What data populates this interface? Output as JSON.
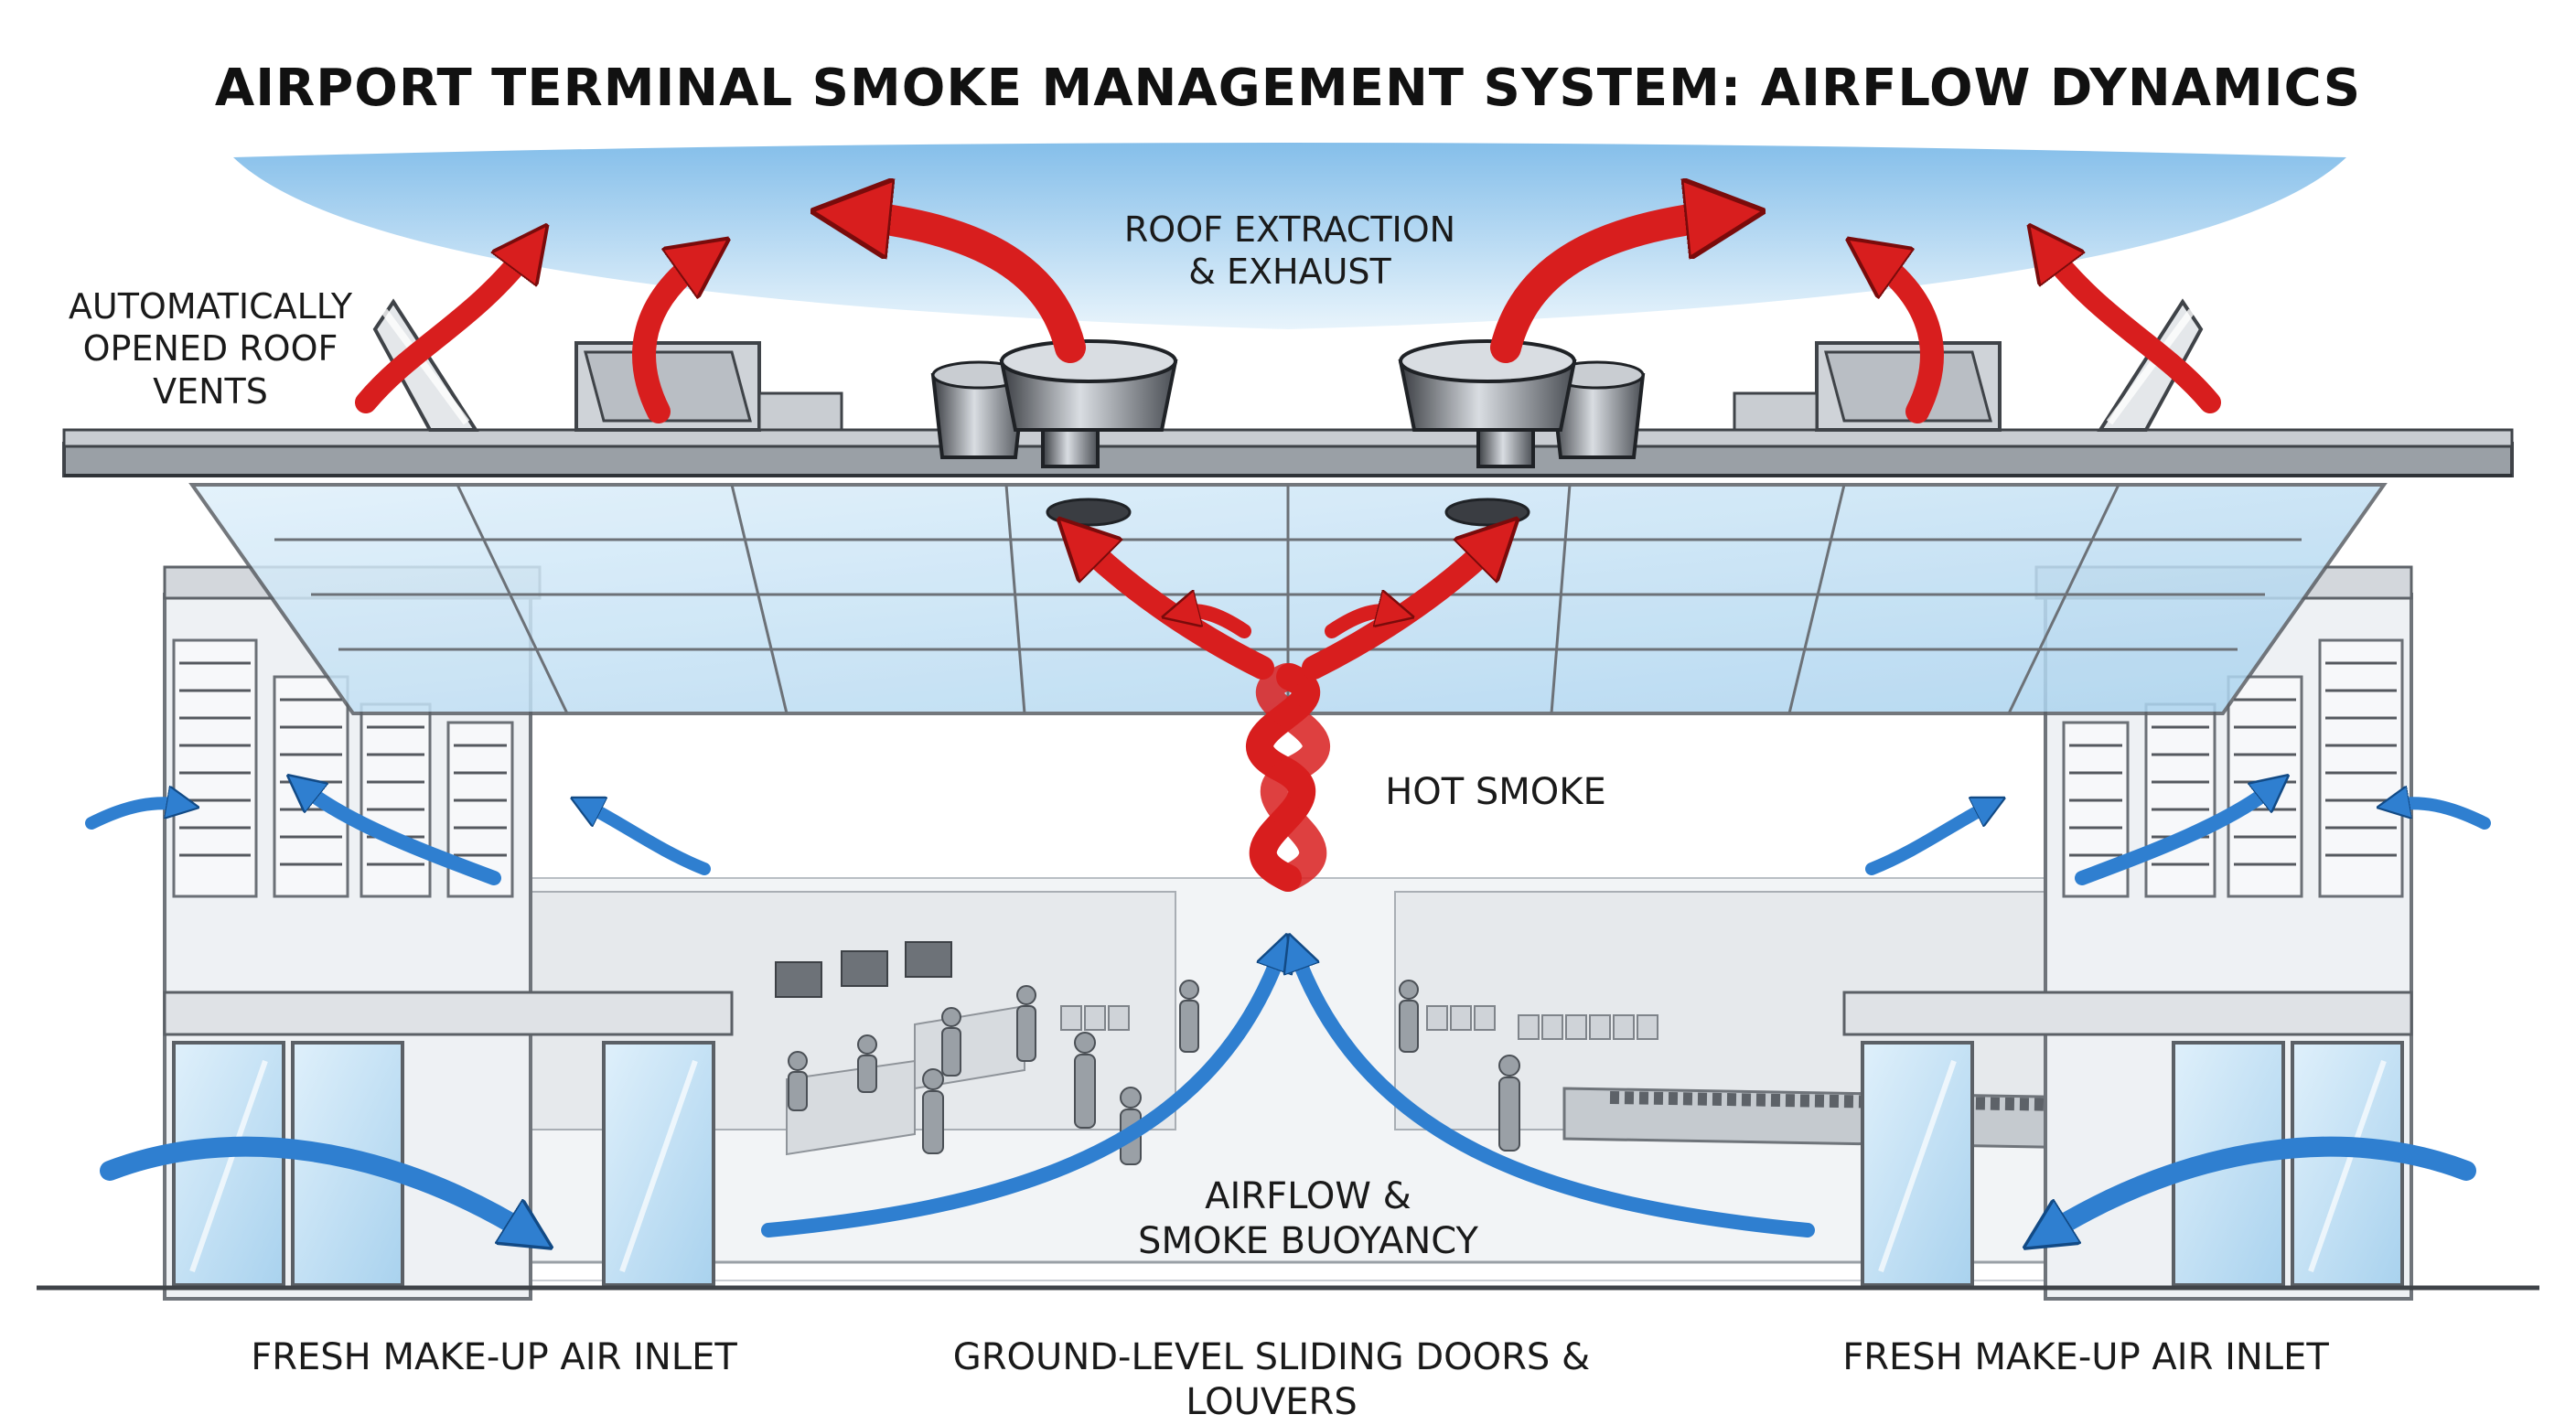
{
  "title": "AIRPORT TERMINAL SMOKE MANAGEMENT SYSTEM: AIRFLOW DYNAMICS",
  "labels": {
    "roof_vents": "AUTOMATICALLY\nOPENED ROOF\nVENTS",
    "roof_extraction": "ROOF EXTRACTION\n& EXHAUST",
    "hot_smoke": "HOT SMOKE",
    "buoyancy": "AIRFLOW &\nSMOKE BUOYANCY",
    "inlet_left": "FRESH MAKE-UP AIR INLET",
    "doors_louvers": "GROUND-LEVEL SLIDING DOORS & LOUVERS",
    "inlet_right": "FRESH MAKE-UP AIR INLET"
  },
  "colors": {
    "smoke_red": "#d81e1e",
    "air_blue": "#2f7fd0",
    "sky_blue": "#8cc4ea",
    "glass": "#cfe6f7",
    "steel": "#8a8f96",
    "line": "#555a60"
  },
  "icons": {
    "roof_fan": "extraction-fan-icon",
    "vent": "roof-vent-icon",
    "person": "traveller-icon"
  }
}
